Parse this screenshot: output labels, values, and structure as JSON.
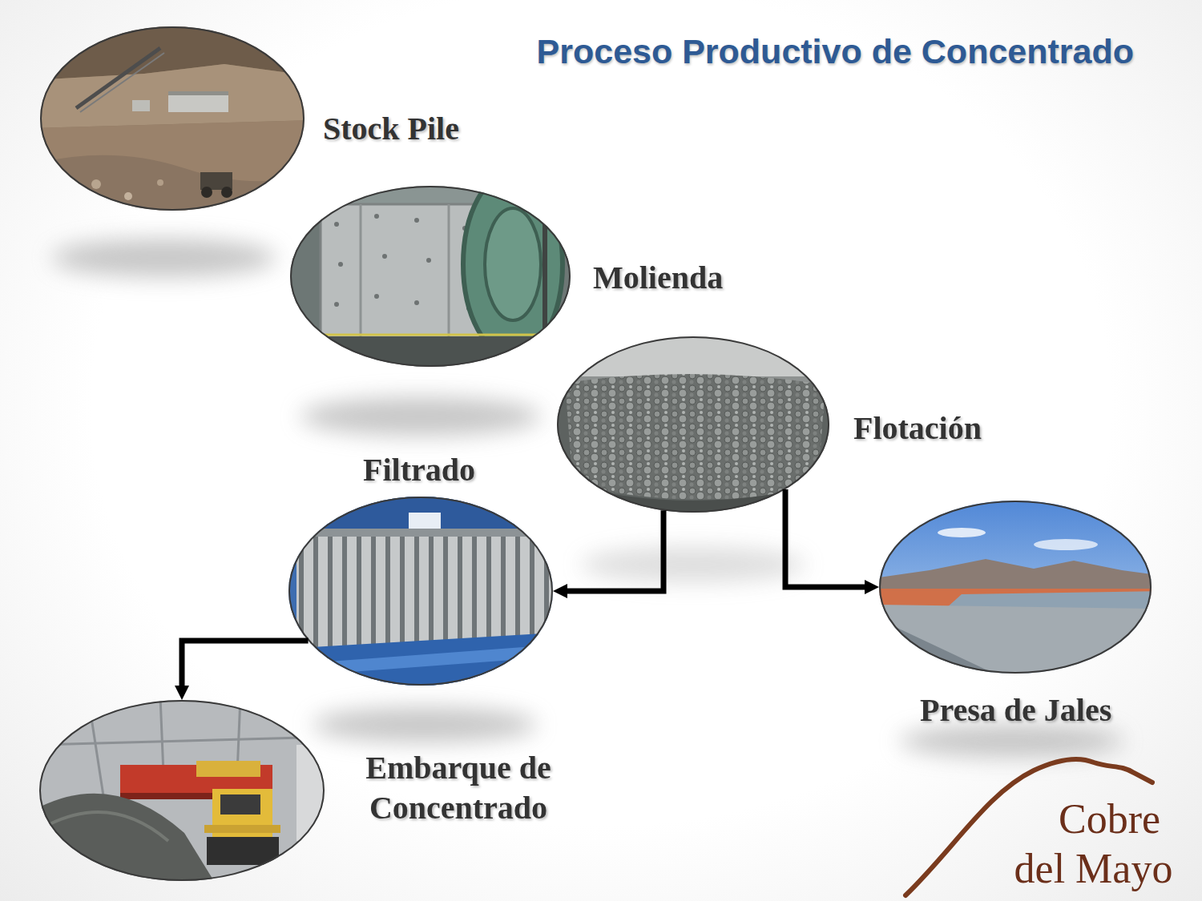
{
  "diagram": {
    "title": "Proceso Productivo de Concentrado",
    "nodes": [
      {
        "text": [
          "Stock Pile"
        ]
      },
      {
        "text": [
          "Molienda"
        ]
      },
      {
        "text": [
          "Flotación"
        ]
      },
      {
        "text": [
          "Filtrado"
        ]
      },
      {
        "text": [
          "Presa de Jales"
        ]
      },
      {
        "text": [
          "Embarque de Concentrado"
        ]
      }
    ],
    "edges": [
      {
        "from": 2,
        "to": 3,
        "arrow": "to"
      },
      {
        "from": 2,
        "to": 4,
        "arrow": "to"
      },
      {
        "from": 3,
        "to": 5,
        "arrow": "to"
      }
    ],
    "labels": [
      "Cobre del Mayo"
    ]
  }
}
